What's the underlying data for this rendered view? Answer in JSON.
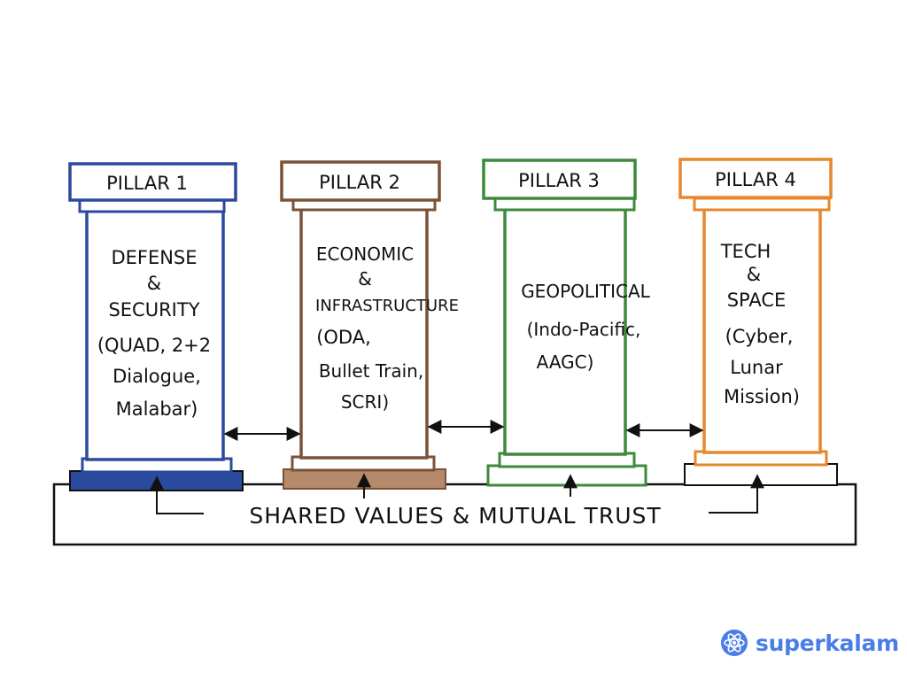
{
  "pillars": [
    {
      "header": "PILLAR 1",
      "lines": [
        "DEFENSE",
        "&",
        "SECURITY",
        "(QUAD, 2+2",
        "Dialogue,",
        "Malabar)"
      ],
      "color": "#2a4a9e"
    },
    {
      "header": "PILLAR 2",
      "lines": [
        "ECONOMIC",
        "&",
        "INFRASTRUCTURE",
        "(ODA,",
        "Bullet Train,",
        "SCRI)"
      ],
      "color": "#7a5238"
    },
    {
      "header": "PILLAR 3",
      "lines": [
        "GEOPOLITICAL",
        "(Indo-Pacific,",
        "AAGC)"
      ],
      "color": "#3d8a3d"
    },
    {
      "header": "PILLAR 4",
      "lines": [
        "TECH",
        "&",
        "SPACE",
        "(Cyber,",
        "Lunar",
        "Mission)"
      ],
      "color": "#e8862e"
    }
  ],
  "foundation": {
    "label": "SHARED VALUES & MUTUAL TRUST"
  },
  "brand": {
    "name": "superkalam",
    "color": "#4a7de8"
  }
}
